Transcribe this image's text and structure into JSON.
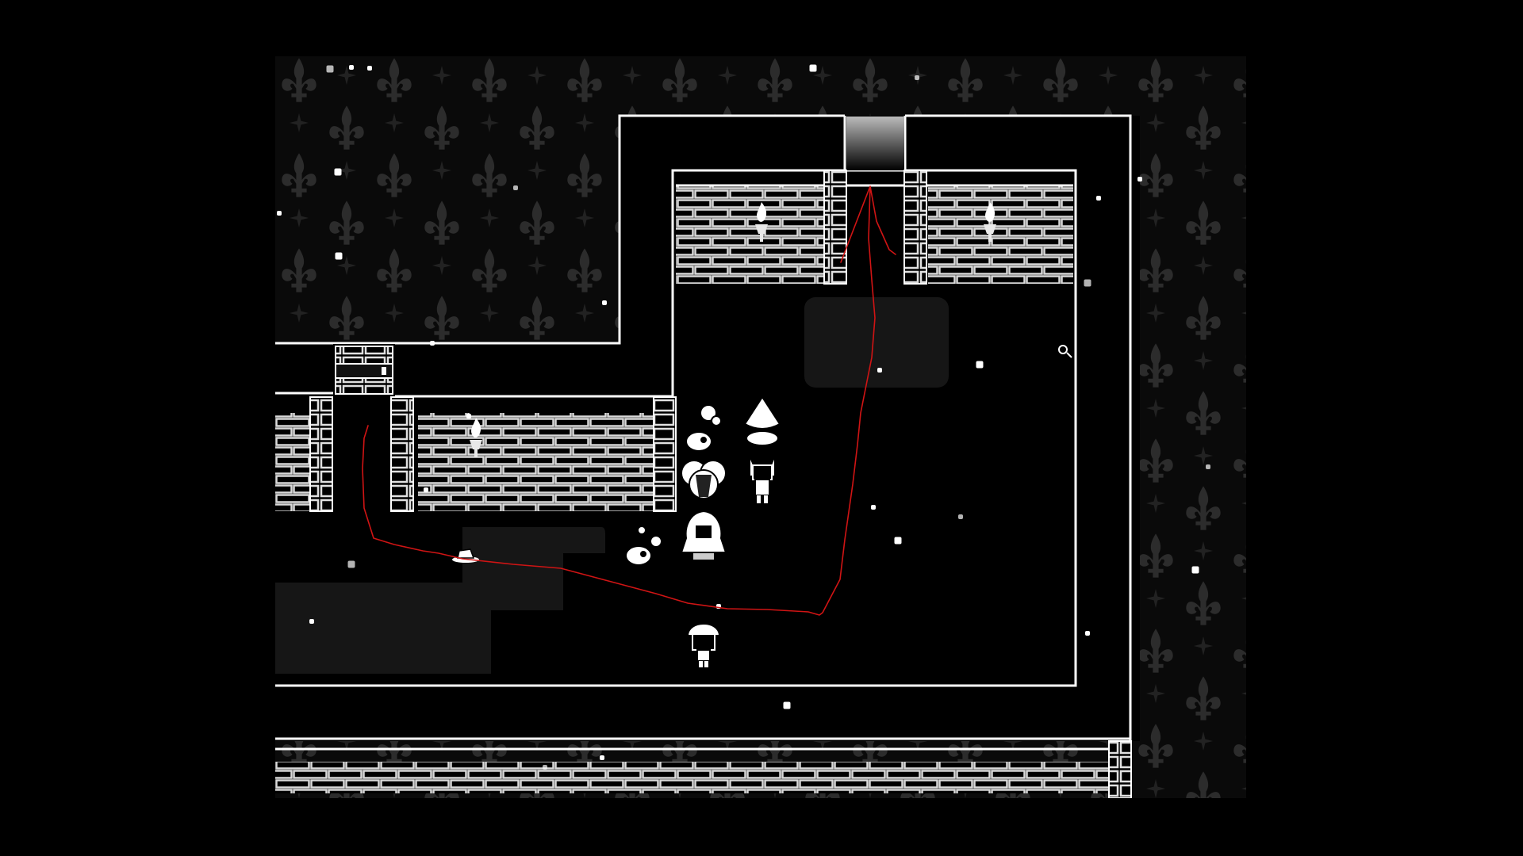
{
  "screen": {
    "title": "",
    "background_color": "#000000",
    "wall_pattern_color": "#2a2a2a",
    "floor_color": "#000000",
    "outline_color": "#ffffff",
    "brick_color": "#d9d9d9",
    "shadow_color": "#171717",
    "path_color": "#d01414"
  },
  "icons": {
    "wall_pattern": "fleur-de-lis-icon",
    "sparkle": "sparkle-icon",
    "torch": "wall-torch-icon",
    "door": "locked-door-icon",
    "hat": "dropped-hat-icon",
    "key": "small-key-icon"
  },
  "party": [
    {
      "id": "player",
      "icon": "boy-with-hat-sprite"
    },
    {
      "id": "ghost",
      "icon": "ghost-sprite"
    },
    {
      "id": "hooded",
      "icon": "hooded-figure-sprite"
    },
    {
      "id": "bush",
      "icon": "shrub-creature-sprite"
    },
    {
      "id": "cat",
      "icon": "cat-eared-child-sprite"
    },
    {
      "id": "peaked",
      "icon": "pointed-hat-creature-sprite"
    },
    {
      "id": "blob_1",
      "icon": "slime-blob-sprite"
    },
    {
      "id": "blob_2",
      "icon": "slime-blob-sprite"
    }
  ],
  "route": {
    "visible": true
  }
}
